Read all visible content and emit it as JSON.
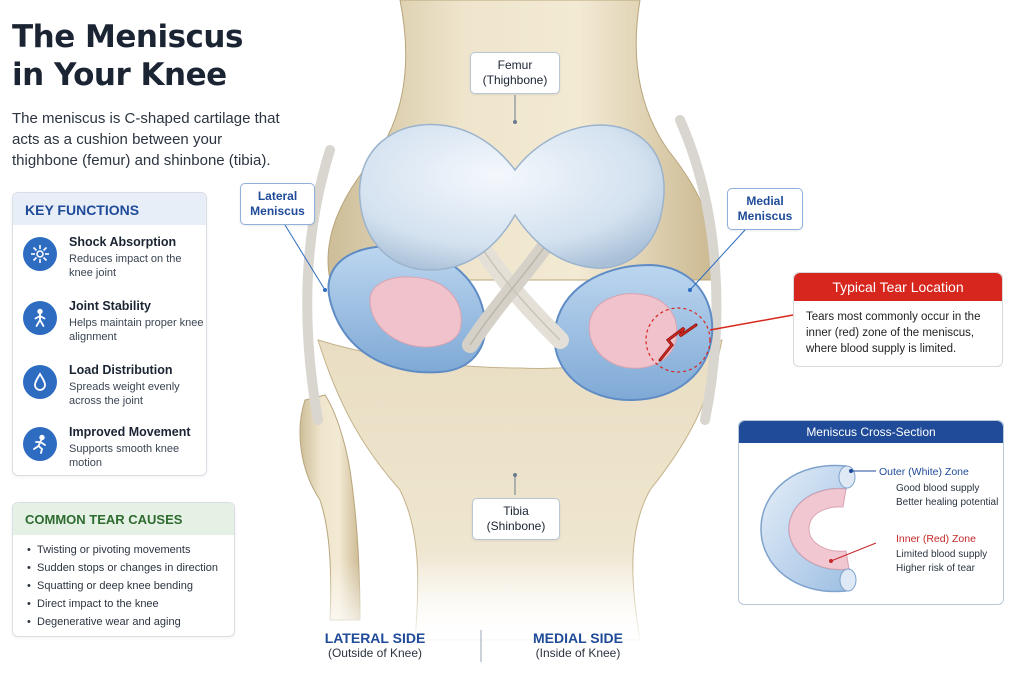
{
  "title": "The Meniscus in Your Knee",
  "intro": "The meniscus is C-shaped cartilage that acts as a cushion between your thighbone (femur) and shinbone (tibia).",
  "key_functions": {
    "heading": "KEY FUNCTIONS",
    "items": [
      {
        "title": "Shock Absorption",
        "desc": "Reduces impact on the knee joint",
        "icon": "shock-absorption-icon"
      },
      {
        "title": "Joint Stability",
        "desc": "Helps maintain proper knee alignment",
        "icon": "walking-person-icon"
      },
      {
        "title": "Load Distribution",
        "desc": "Spreads weight evenly across the joint",
        "icon": "droplet-icon"
      },
      {
        "title": "Improved Movement",
        "desc": "Supports smooth knee motion",
        "icon": "running-person-icon"
      }
    ]
  },
  "tear_causes": {
    "heading": "COMMON TEAR CAUSES",
    "items": [
      "Twisting or pivoting movements",
      "Sudden stops or changes in direction",
      "Squatting or deep knee bending",
      "Direct impact to the knee",
      "Degenerative wear and aging"
    ]
  },
  "labels": {
    "femur": [
      "Femur",
      "(Thighbone)"
    ],
    "tibia": [
      "Tibia",
      "(Shinbone)"
    ],
    "lateral": [
      "Lateral",
      "Meniscus"
    ],
    "medial": [
      "Medial",
      "Meniscus"
    ]
  },
  "tear": {
    "heading": "Typical Tear Location",
    "text": "Tears most commonly occur in the inner (red) zone of the meniscus, where blood supply is limited."
  },
  "cross_section": {
    "heading": "Meniscus Cross-Section",
    "outer": {
      "title": "Outer (White) Zone",
      "lines": [
        "Good blood supply",
        "Better healing potential"
      ]
    },
    "inner": {
      "title": "Inner (Red) Zone",
      "lines": [
        "Limited blood supply",
        "Higher risk of tear"
      ]
    }
  },
  "sides": {
    "lateral": {
      "title": "LATERAL SIDE",
      "sub": "(Outside of Knee)"
    },
    "medial": {
      "title": "MEDIAL SIDE",
      "sub": "(Inside of Knee)"
    }
  },
  "colors": {
    "accent_blue": "#1f4b99",
    "icon_blue": "#2d6cc0",
    "tear_red": "#d7261e",
    "causes_green": "#2e6b2f",
    "bone": "#e8dcc0",
    "meniscus_blue": "#a9c7e6",
    "inner_pink": "#f0c2cc"
  }
}
